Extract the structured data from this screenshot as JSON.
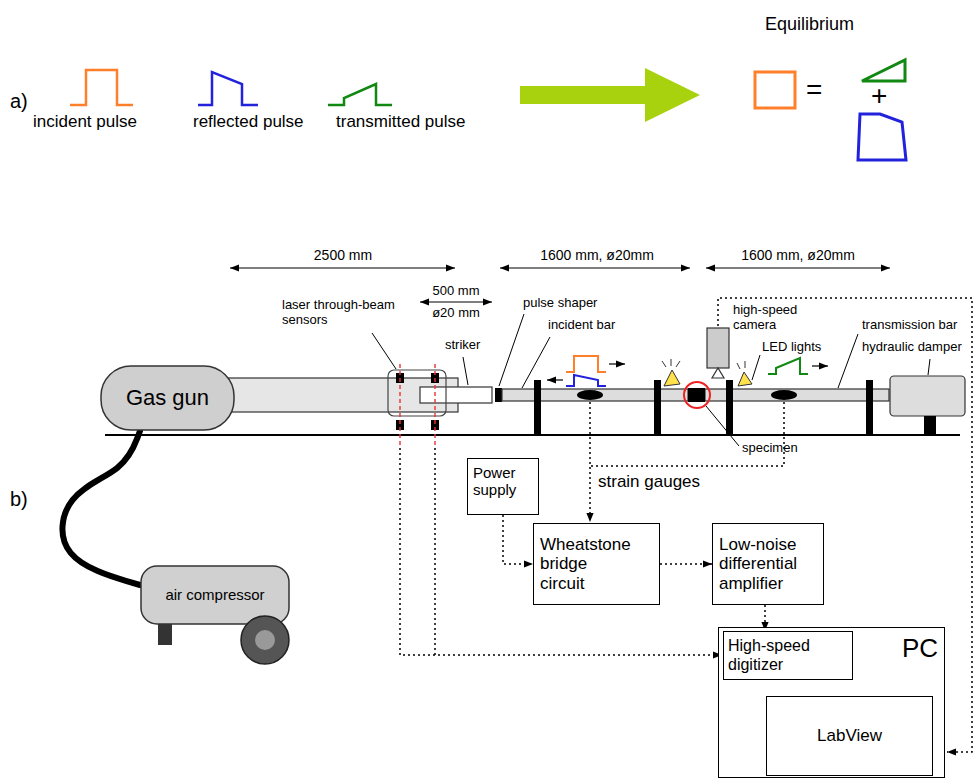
{
  "diagram": {
    "nodes": [
      {
        "text": [
          "Gas gun"
        ]
      },
      {
        "text": [
          "Power supply"
        ]
      },
      {
        "text": [
          "Wheatstone bridge circuit"
        ]
      },
      {
        "text": [
          "Low-noise differential amplifier"
        ]
      },
      {
        "text": [
          "air compressor"
        ]
      },
      {
        "text": [
          "PC"
        ]
      },
      {
        "text": [
          "High-speed digitizer"
        ],
        "in": 5
      },
      {
        "text": [
          "LabView"
        ],
        "in": 5
      }
    ],
    "edges": [
      {
        "from": 0,
        "to": 4,
        "arrow": "none"
      },
      {
        "from": 1,
        "to": 2,
        "arrow": "to"
      },
      {
        "from": 2,
        "to": 3,
        "arrow": "to"
      },
      {
        "from": 3,
        "to": 6,
        "arrow": "to"
      },
      {
        "from": 6,
        "to": 7,
        "arrow": "to"
      }
    ],
    "labels": [
      "Equilibrium",
      "a)",
      "incident pulse",
      "reflected pulse",
      "transmitted pulse",
      "=",
      "+",
      "2500 mm",
      "1600 mm, ø20mm",
      "1600 mm, ø20mm",
      "500 mm",
      "ø20 mm",
      "laser through-beam sensors",
      "pulse shaper",
      "high-speed camera",
      "transmission bar",
      "striker",
      "LED lights",
      "hydraulic damper",
      "incident bar",
      "b)",
      "specimen",
      "strain gauges"
    ]
  }
}
